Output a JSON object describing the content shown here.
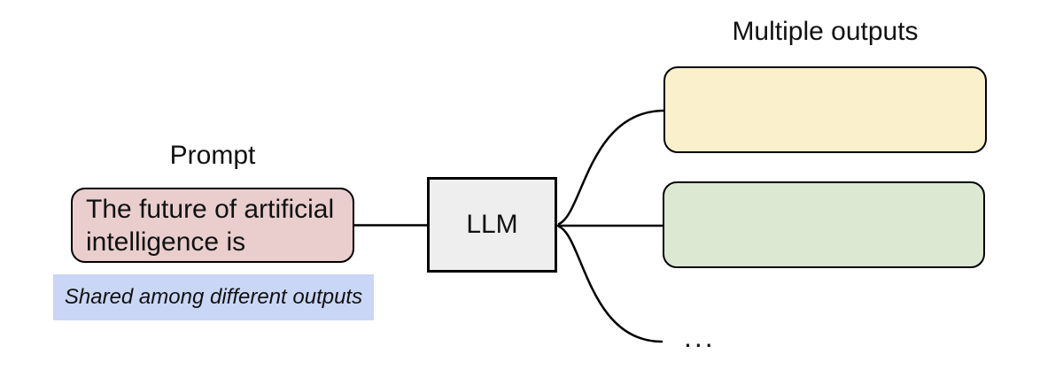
{
  "diagram": {
    "prompt": {
      "label": "Prompt",
      "text": "The future of artificial intelligence is",
      "note": "Shared among different outputs"
    },
    "llm": {
      "label": "LLM"
    },
    "outputs": {
      "label": "Multiple outputs",
      "ellipsis": "..."
    }
  },
  "colors": {
    "prompt-fill": "#e9cecd",
    "note-fill": "#cad6f5",
    "llm-fill": "#eeeeee",
    "output1-fill": "#faf0cb",
    "output2-fill": "#dde8d3",
    "stroke": "#000000"
  }
}
